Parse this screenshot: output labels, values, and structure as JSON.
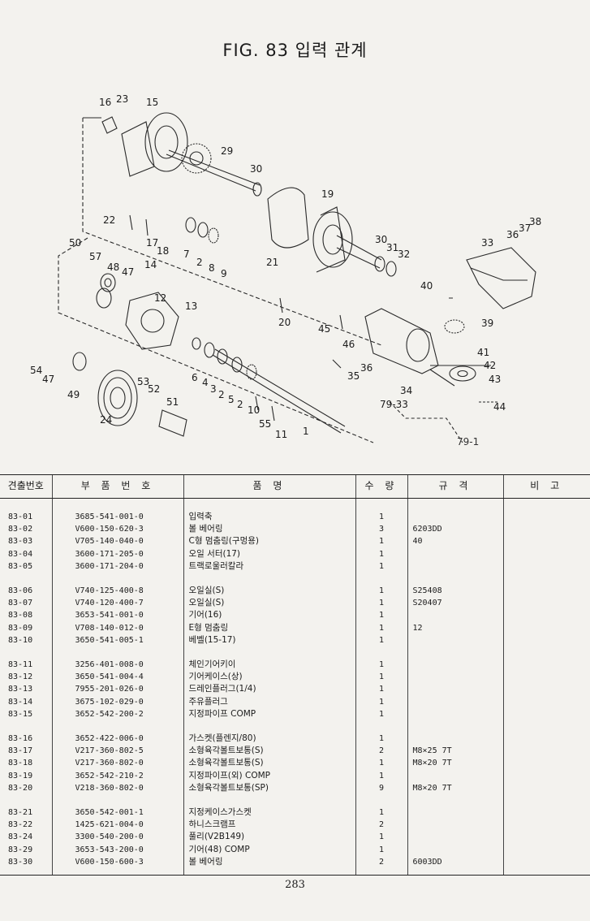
{
  "title": "FIG. 83 입력 관계",
  "diagram": {
    "callouts": [
      "16",
      "23",
      "15",
      "29",
      "30",
      "19",
      "22",
      "17",
      "18",
      "7",
      "2",
      "8",
      "9",
      "21",
      "30",
      "31",
      "32",
      "33",
      "36",
      "37",
      "38",
      "50",
      "57",
      "48",
      "47",
      "14",
      "12",
      "13",
      "40",
      "20",
      "45",
      "39",
      "46",
      "41",
      "42",
      "43",
      "35",
      "36",
      "54",
      "47",
      "49",
      "6",
      "4",
      "3",
      "2",
      "5",
      "2",
      "10",
      "53",
      "52",
      "51",
      "24",
      "55",
      "11",
      "1",
      "34",
      "79-33",
      "44"
    ],
    "ref_label": "79-1"
  },
  "table": {
    "headers": [
      "견출번호",
      "부 품 번 호",
      "품 명",
      "수 량",
      "규 격",
      "비 고"
    ],
    "groups": [
      [
        {
          "no": "83-01",
          "part": "3685-541-001-0",
          "name": "입력축",
          "qty": "1",
          "spec": ""
        },
        {
          "no": "83-02",
          "part": "V600-150-620-3",
          "name": "볼 베어링",
          "qty": "3",
          "spec": "6203DD"
        },
        {
          "no": "83-03",
          "part": "V705-140-040-0",
          "name": "C형 멈춤링(구멍용)",
          "qty": "1",
          "spec": "40"
        },
        {
          "no": "83-04",
          "part": "3600-171-205-0",
          "name": "오일 서터(17)",
          "qty": "1",
          "spec": ""
        },
        {
          "no": "83-05",
          "part": "3600-171-204-0",
          "name": "트랙로울러칼라",
          "qty": "1",
          "spec": ""
        }
      ],
      [
        {
          "no": "83-06",
          "part": "V740-125-400-8",
          "name": "오일실(S)",
          "qty": "1",
          "spec": "S25408"
        },
        {
          "no": "83-07",
          "part": "V740-120-400-7",
          "name": "오일실(S)",
          "qty": "1",
          "spec": "S20407"
        },
        {
          "no": "83-08",
          "part": "3653-541-001-0",
          "name": "기어(16)",
          "qty": "1",
          "spec": ""
        },
        {
          "no": "83-09",
          "part": "V708-140-012-0",
          "name": "E형 멈춤링",
          "qty": "1",
          "spec": "12"
        },
        {
          "no": "83-10",
          "part": "3650-541-005-1",
          "name": "베벨(15-17)",
          "qty": "1",
          "spec": ""
        }
      ],
      [
        {
          "no": "83-11",
          "part": "3256-401-008-0",
          "name": "체인기어키이",
          "qty": "1",
          "spec": ""
        },
        {
          "no": "83-12",
          "part": "3650-541-004-4",
          "name": "기어케이스(상)",
          "qty": "1",
          "spec": ""
        },
        {
          "no": "83-13",
          "part": "7955-201-026-0",
          "name": "드레인플러그(1/4)",
          "qty": "1",
          "spec": ""
        },
        {
          "no": "83-14",
          "part": "3675-102-029-0",
          "name": "주유플러그",
          "qty": "1",
          "spec": ""
        },
        {
          "no": "83-15",
          "part": "3652-542-200-2",
          "name": "지정파이프 COMP",
          "qty": "1",
          "spec": ""
        }
      ],
      [
        {
          "no": "83-16",
          "part": "3652-422-006-0",
          "name": "가스켓(플렌지/80)",
          "qty": "1",
          "spec": ""
        },
        {
          "no": "83-17",
          "part": "V217-360-802-5",
          "name": "소형육각볼트보통(S)",
          "qty": "2",
          "spec": "M8×25 7T"
        },
        {
          "no": "83-18",
          "part": "V217-360-802-0",
          "name": "소형육각볼트보통(S)",
          "qty": "1",
          "spec": "M8×20 7T"
        },
        {
          "no": "83-19",
          "part": "3652-542-210-2",
          "name": "지정파이프(외) COMP",
          "qty": "1",
          "spec": ""
        },
        {
          "no": "83-20",
          "part": "V218-360-802-0",
          "name": "소형육각볼트보통(SP)",
          "qty": "9",
          "spec": "M8×20 7T"
        }
      ],
      [
        {
          "no": "83-21",
          "part": "3650-542-001-1",
          "name": "지정케이스가스켓",
          "qty": "1",
          "spec": ""
        },
        {
          "no": "83-22",
          "part": "1425-621-004-0",
          "name": "하니스크램프",
          "qty": "2",
          "spec": ""
        },
        {
          "no": "83-24",
          "part": "3300-540-200-0",
          "name": "풀리(V2B149)",
          "qty": "1",
          "spec": ""
        },
        {
          "no": "83-29",
          "part": "3653-543-200-0",
          "name": "기어(48) COMP",
          "qty": "1",
          "spec": ""
        },
        {
          "no": "83-30",
          "part": "V600-150-600-3",
          "name": "볼 베어링",
          "qty": "2",
          "spec": "6003DD"
        }
      ]
    ]
  },
  "page_number": "283"
}
